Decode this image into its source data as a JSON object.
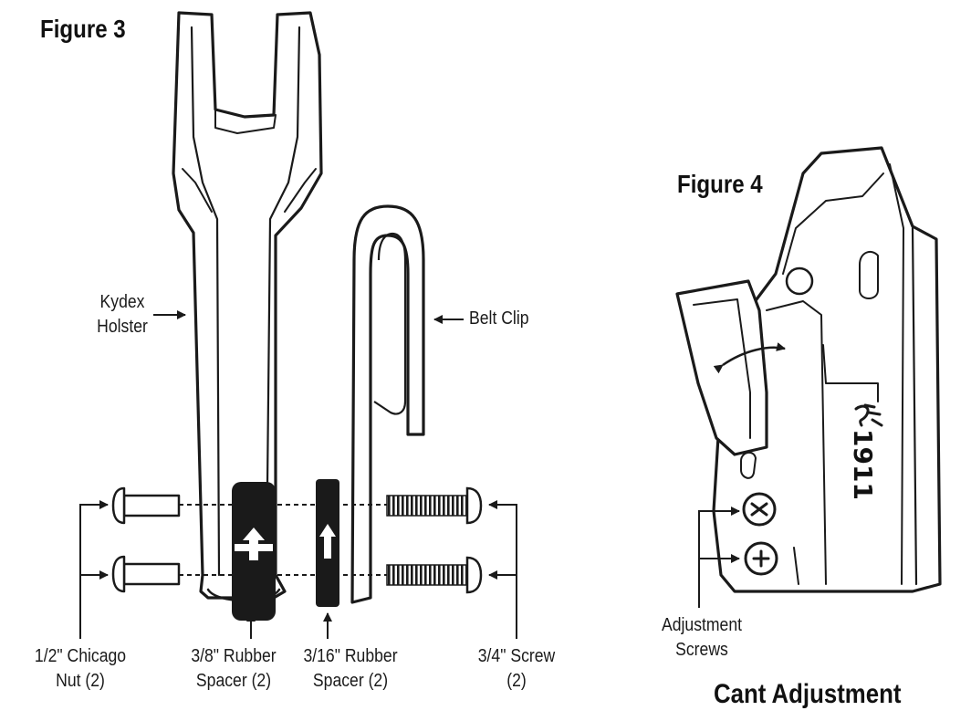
{
  "figure3": {
    "title": "Figure 3",
    "labels": {
      "kydex_holster": [
        "Kydex",
        "Holster"
      ],
      "belt_clip": "Belt Clip",
      "chicago_nut": [
        "1/2\" Chicago",
        "Nut (2)"
      ],
      "rubber_spacer_38": [
        "3/8\" Rubber",
        "Spacer (2)"
      ],
      "rubber_spacer_316": [
        "3/16\" Rubber",
        "Spacer (2)"
      ],
      "screw_34": [
        "3/4\" Screw",
        "(2)"
      ]
    }
  },
  "figure4": {
    "title": "Figure 4",
    "labels": {
      "adjustment_screws": [
        "Adjustment",
        "Screws"
      ]
    },
    "brand_mark": "1911",
    "caption": "Cant Adjustment"
  }
}
